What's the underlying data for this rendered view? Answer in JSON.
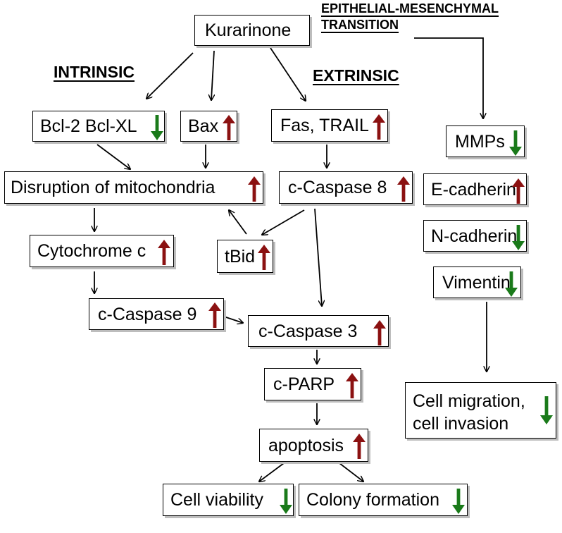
{
  "colors": {
    "up": "#8b1111",
    "down": "#1a7a1a",
    "line": "#000000"
  },
  "headers": {
    "intrinsic": "INTRINSIC",
    "extrinsic": "EXTRINSIC",
    "emt_line1": "EPITHELIAL-MESENCHYMAL",
    "emt_line2": "TRANSITION"
  },
  "nodes": {
    "kurarinone": {
      "label": "Kurarinone",
      "change": ""
    },
    "bcl2": {
      "label": "Bcl-2 Bcl-XL",
      "change": "down"
    },
    "bax": {
      "label": "Bax",
      "change": "up"
    },
    "fas": {
      "label": "Fas, TRAIL",
      "change": "up"
    },
    "mmps": {
      "label": "MMPs",
      "change": "down"
    },
    "mito": {
      "label": "Disruption of mitochondria",
      "change": "up"
    },
    "casp8": {
      "label": "c-Caspase 8",
      "change": "up"
    },
    "ecad": {
      "label": "E-cadherin",
      "change": "up"
    },
    "ncad": {
      "label": "N-cadherin",
      "change": "down"
    },
    "cytc": {
      "label": "Cytochrome c",
      "change": "up"
    },
    "tbid": {
      "label": "tBid",
      "change": "up"
    },
    "vim": {
      "label": "Vimentin",
      "change": "down"
    },
    "casp9": {
      "label": "c-Caspase 9",
      "change": "up"
    },
    "casp3": {
      "label": "c-Caspase 3",
      "change": "up"
    },
    "parp": {
      "label": "c-PARP",
      "change": "up"
    },
    "migration": {
      "label_line1": "Cell migration,",
      "label_line2": "cell invasion",
      "change": "down"
    },
    "apoptosis": {
      "label": "apoptosis",
      "change": "up"
    },
    "viability": {
      "label": "Cell viability",
      "change": "down"
    },
    "colony": {
      "label": "Colony formation",
      "change": "down"
    }
  },
  "edges": [
    {
      "from": "kurarinone",
      "to": "bcl2"
    },
    {
      "from": "kurarinone",
      "to": "bax"
    },
    {
      "from": "kurarinone",
      "to": "fas"
    },
    {
      "from": "emt",
      "to": "mmps"
    },
    {
      "from": "bcl2",
      "to": "mito"
    },
    {
      "from": "bax",
      "to": "mito"
    },
    {
      "from": "fas",
      "to": "casp8"
    },
    {
      "from": "mito",
      "to": "cytc"
    },
    {
      "from": "casp8",
      "to": "tbid"
    },
    {
      "from": "tbid",
      "to": "mito"
    },
    {
      "from": "casp8",
      "to": "casp3"
    },
    {
      "from": "cytc",
      "to": "casp9"
    },
    {
      "from": "casp9",
      "to": "casp3"
    },
    {
      "from": "casp3",
      "to": "parp"
    },
    {
      "from": "parp",
      "to": "apoptosis"
    },
    {
      "from": "apoptosis",
      "to": "viability"
    },
    {
      "from": "apoptosis",
      "to": "colony"
    },
    {
      "from": "vim",
      "to": "migration"
    }
  ]
}
